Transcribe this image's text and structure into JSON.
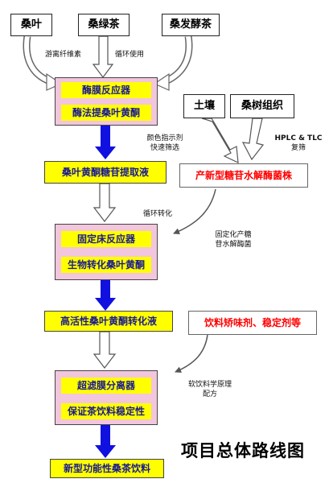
{
  "sources": {
    "mulberry_leaf": "桑叶",
    "mulberry_green_tea": "桑绿茶",
    "mulberry_fermented_tea": "桑发酵茶"
  },
  "screening_sources": {
    "soil": "土壤",
    "mulberry_tissue": "桑树组织"
  },
  "reactor1": {
    "title": "酶膜反应器",
    "subtitle": "酶法提桑叶黄酮"
  },
  "extract": "桑叶黄酮糖苷提取液",
  "strain": "产新型糖苷水解酶菌株",
  "reactor2": {
    "title": "固定床反应器",
    "subtitle": "生物转化桑叶黄酮"
  },
  "converted": "高活性桑叶黄酮转化液",
  "additives": "饮料矫味剂、稳定剂等",
  "reactor3": {
    "title": "超滤膜分离器",
    "subtitle": "保证茶饮料稳定性"
  },
  "product": "新型功能性桑茶饮料",
  "annotations": {
    "cellulase": "游离纤维素",
    "recycle1": "循环使用",
    "color_screen_1": "颜色指示剂",
    "color_screen_2": "快速筛选",
    "hplc_1": "HPLC & TLC",
    "hplc_2": "复筛",
    "recycle2": "循环转化",
    "immob_1": "固定化产糖",
    "immob_2": "苷水解酶菌",
    "principle_1": "软饮料学原理",
    "principle_2": "配方"
  },
  "title": "项目总体路线图"
}
